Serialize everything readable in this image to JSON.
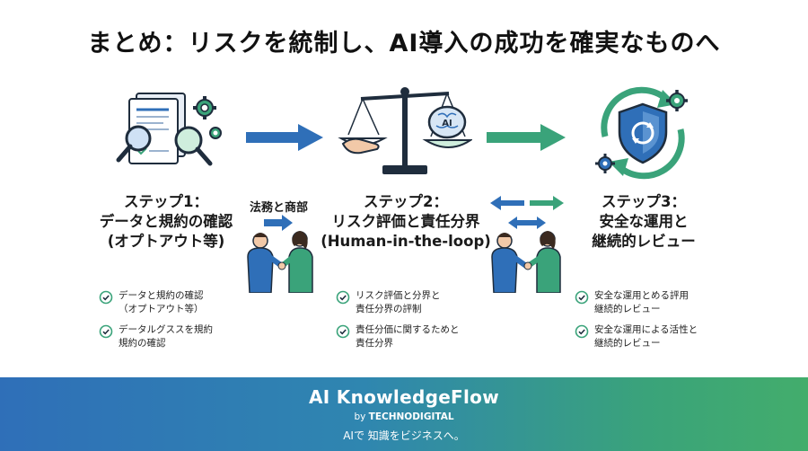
{
  "title": "まとめ：リスクを統制し、AI導入の成功を確実なものへ",
  "steps": [
    {
      "title_line1": "ステップ1：",
      "title_line2": "データと規約の確認",
      "title_line3": "(オプトアウト等)",
      "icon": "document-magnifier-gears-icon",
      "checks": [
        "データと規約の確認\n（オプトアウト等）",
        "データルグススを規約\n規約の確認"
      ]
    },
    {
      "title_line1": "ステップ2：",
      "title_line2": "リスク評価と責任分界",
      "title_line3": "(Human-in-the-loop)",
      "icon": "balance-scale-ai-brain-icon",
      "checks": [
        "リスク評価と分界と\n責任分界の評制",
        "責任分価に関するためと\n責任分界"
      ]
    },
    {
      "title_line1": "ステップ3：",
      "title_line2": "安全な運用と",
      "title_line3": "継続的レビュー",
      "icon": "shield-cycle-gears-icon",
      "checks": [
        "安全な運用とめる評用\n継続的レビュー",
        "安全な運用による活性と\n継続的レビュー"
      ]
    }
  ],
  "handshake_label": "法務と商部",
  "colors": {
    "blue": "#2f6fb8",
    "green": "#3aa37a",
    "dark": "#1f2d3d"
  },
  "footer": {
    "brand": "AI KnowledgeFlow",
    "by_prefix": "by ",
    "by_company": "TECHNODIGITAL",
    "tagline": "AIで 知識をビジネスへ。"
  }
}
